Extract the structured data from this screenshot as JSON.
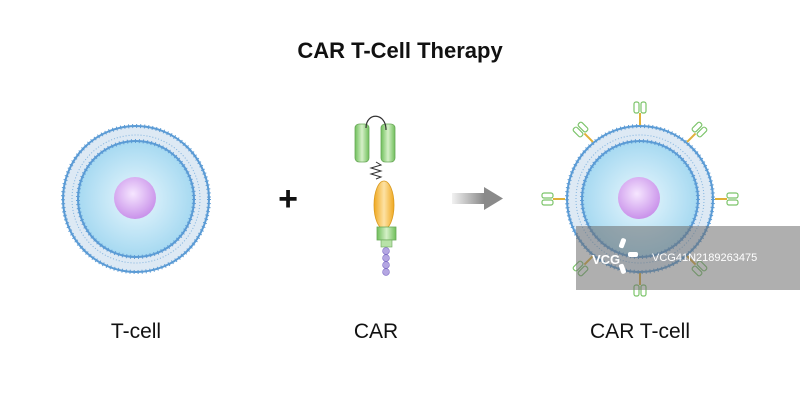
{
  "title": "CAR T-Cell Therapy",
  "labels": {
    "tcell": "T-cell",
    "car": "CAR",
    "car_tcell": "CAR T-cell"
  },
  "symbols": {
    "plus": "+"
  },
  "watermark": {
    "logo": "VCG",
    "id": "VCG41N2189263475"
  },
  "colors": {
    "membrane": "#5b9bd5",
    "membrane_fill": "#dbe7f3",
    "cytoplasm": "#a8dcf3",
    "nucleus": "#d8a6f2",
    "receptor_green": "#8fd07c",
    "receptor_orange": "#f5b844",
    "bead": "#a99bdc"
  }
}
